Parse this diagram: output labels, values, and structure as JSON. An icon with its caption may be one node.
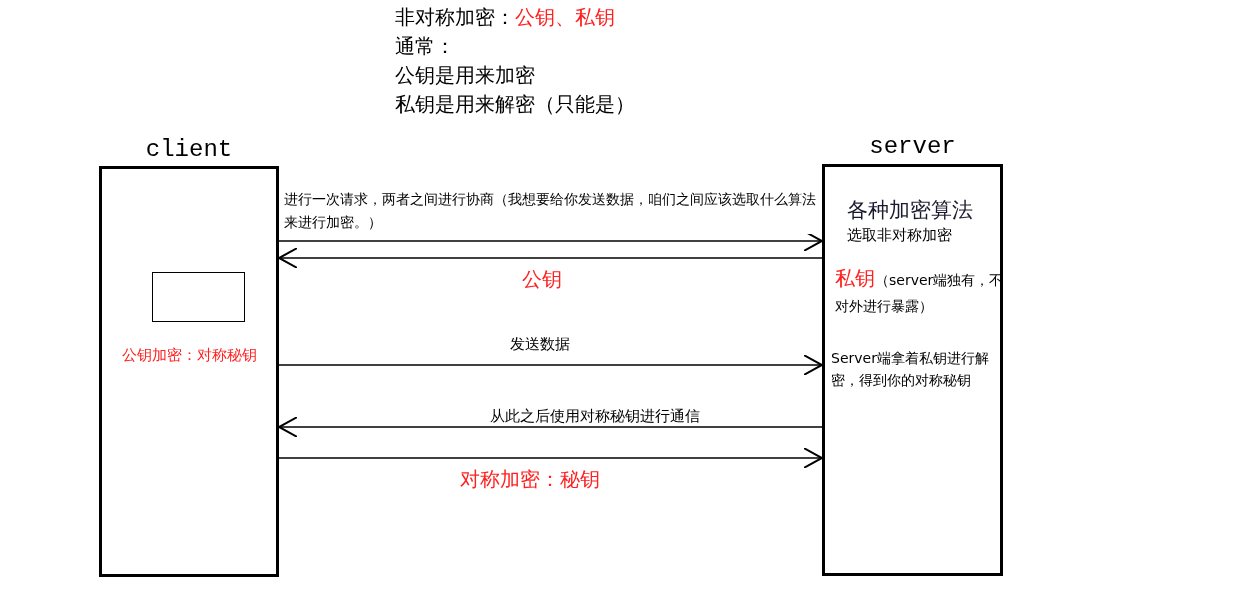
{
  "diagram": {
    "nodes": [
      {
        "text": [
          "client",
          "公钥加密：对称秘钥"
        ]
      },
      {
        "text": [],
        "shape": "box",
        "in": 0
      },
      {
        "text": [
          "server",
          "各种加密算法",
          "选取非对称加密",
          "私钥",
          "（server端独有，不对外进行暴露）",
          "Server端拿着私钥进行解密，得到你的对称秘钥"
        ]
      }
    ],
    "edges": [
      {
        "from": 0,
        "to": 2,
        "arrow": "to",
        "label": "进行一次请求，两者之间进行协商（我想要给你发送数据，咱们之间应该选取什么算法来进行加密。）"
      },
      {
        "from": 2,
        "to": 0,
        "arrow": "to",
        "label": "公钥"
      },
      {
        "from": 0,
        "to": 2,
        "arrow": "to",
        "label": "发送数据"
      },
      {
        "from": 2,
        "to": 0,
        "arrow": "to",
        "label": "从此之后使用对称秘钥进行通信"
      },
      {
        "from": 0,
        "to": 2,
        "arrow": "to",
        "label": "对称加密：秘钥"
      }
    ],
    "labels": [
      "非对称加密：",
      "公钥、私钥",
      "通常：",
      "公钥是用来加密",
      "私钥是用来解密（只能是）"
    ]
  }
}
